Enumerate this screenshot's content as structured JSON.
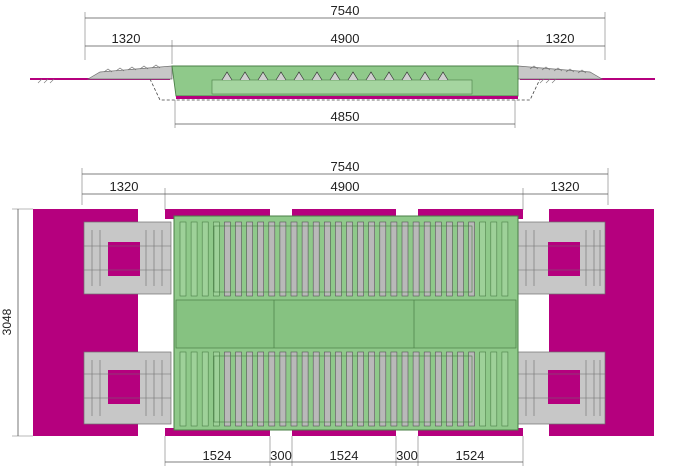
{
  "colors": {
    "pad": "#b5007e",
    "frame": "#8fc98a",
    "frame_dark": "#6fae6a",
    "frame_stroke": "#4a7f46",
    "ramp": "#c7c7c7",
    "ramp_stroke": "#6f6f6f",
    "dim_line": "#555555"
  },
  "elevation": {
    "dims": {
      "overall": "7540",
      "left_ramp": "1320",
      "center": "4900",
      "right_ramp": "1320",
      "bottom": "4850"
    }
  },
  "plan": {
    "dims": {
      "overall": "7540",
      "left_ramp": "1320",
      "center": "4900",
      "right_ramp": "1320",
      "height": "3048",
      "bottom": [
        "1524",
        "300",
        "1524",
        "300",
        "1524"
      ]
    }
  }
}
